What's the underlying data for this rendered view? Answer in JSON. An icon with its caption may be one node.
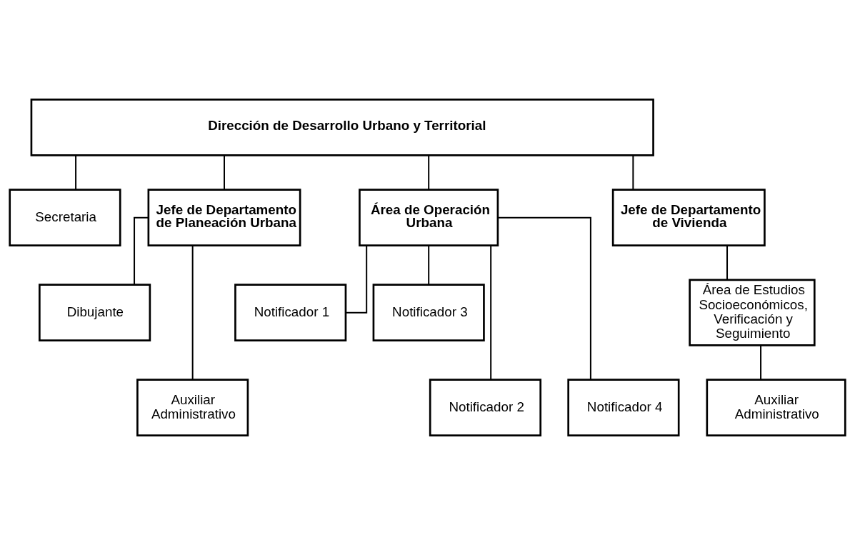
{
  "diagram": {
    "nodes": [
      {
        "text": [
          "Dirección de Desarrollo Urbano y Territorial"
        ]
      },
      {
        "text": [
          "Secretaria"
        ]
      },
      {
        "text": [
          "Jefe de Departamento de Planeación Urbana"
        ]
      },
      {
        "text": [
          "Área de Operación Urbana"
        ]
      },
      {
        "text": [
          "Jefe de Departamento de Vivienda"
        ]
      },
      {
        "text": [
          "Dibujante"
        ]
      },
      {
        "text": [
          "Auxiliar Administrativo"
        ]
      },
      {
        "text": [
          "Notificador 1"
        ]
      },
      {
        "text": [
          "Notificador 3"
        ]
      },
      {
        "text": [
          "Notificador 2"
        ]
      },
      {
        "text": [
          "Notificador 4"
        ]
      },
      {
        "text": [
          "Área de Estudios Socioeconómicos, Verificación y Seguimiento"
        ]
      },
      {
        "text": [
          "Auxiliar Administrativo"
        ]
      }
    ],
    "edges": [
      {
        "from": 0,
        "to": 1,
        "arrow": "none"
      },
      {
        "from": 0,
        "to": 2,
        "arrow": "none"
      },
      {
        "from": 0,
        "to": 3,
        "arrow": "none"
      },
      {
        "from": 0,
        "to": 4,
        "arrow": "none"
      },
      {
        "from": 2,
        "to": 5,
        "arrow": "none"
      },
      {
        "from": 2,
        "to": 6,
        "arrow": "none"
      },
      {
        "from": 3,
        "to": 7,
        "arrow": "none"
      },
      {
        "from": 3,
        "to": 8,
        "arrow": "none"
      },
      {
        "from": 3,
        "to": 9,
        "arrow": "none"
      },
      {
        "from": 3,
        "to": 10,
        "arrow": "none"
      },
      {
        "from": 4,
        "to": 11,
        "arrow": "none"
      },
      {
        "from": 11,
        "to": 12,
        "arrow": "none"
      }
    ]
  }
}
